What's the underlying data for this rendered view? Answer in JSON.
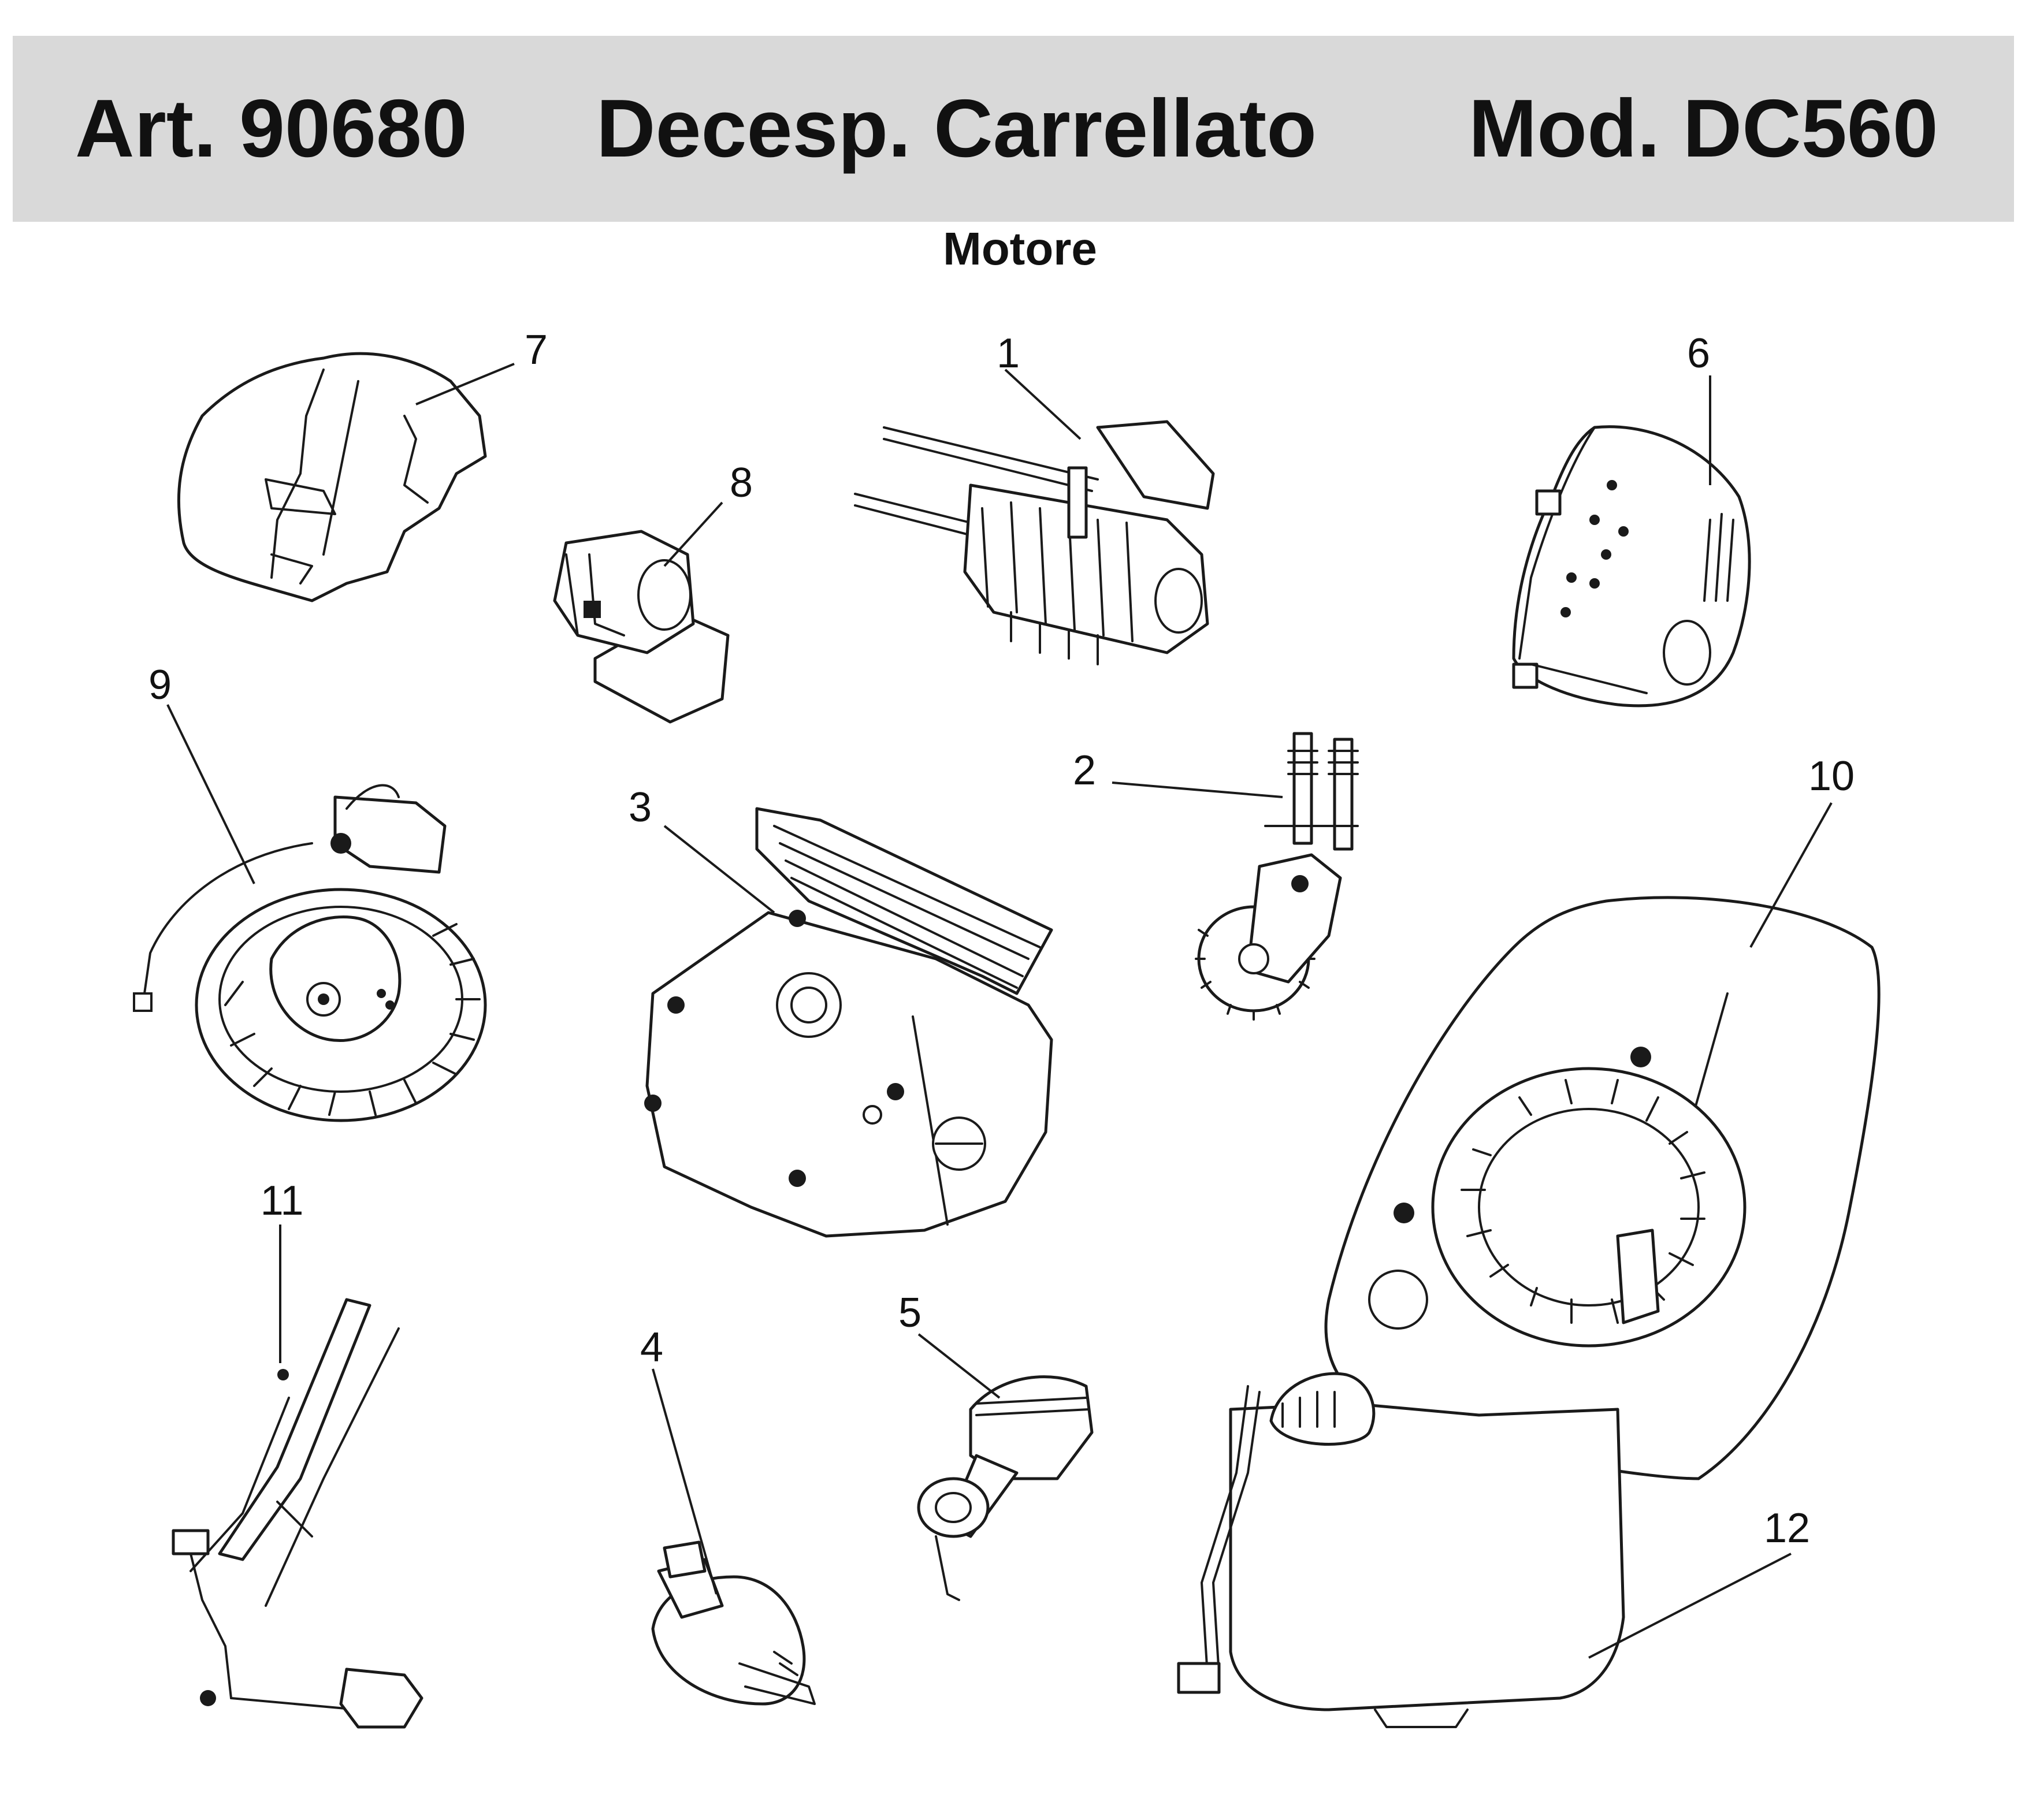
{
  "header": {
    "article": "Art. 90680",
    "description": "Decesp. Carrellato",
    "model": "Mod. DC560",
    "background": "#d9d9d9"
  },
  "section_title": "Motore",
  "parts": [
    {
      "number": "1",
      "icon": "cylinder-block-icon"
    },
    {
      "number": "2",
      "icon": "camshaft-valve-train-icon"
    },
    {
      "number": "3",
      "icon": "crankcase-icon"
    },
    {
      "number": "4",
      "icon": "crankshaft-icon"
    },
    {
      "number": "5",
      "icon": "piston-connecting-rod-icon"
    },
    {
      "number": "6",
      "icon": "muffler-icon"
    },
    {
      "number": "7",
      "icon": "fan-shroud-icon"
    },
    {
      "number": "8",
      "icon": "carburetor-icon"
    },
    {
      "number": "9",
      "icon": "flywheel-ignition-icon"
    },
    {
      "number": "10",
      "icon": "recoil-starter-cover-icon"
    },
    {
      "number": "11",
      "icon": "throttle-governor-linkage-icon"
    },
    {
      "number": "12",
      "icon": "fuel-tank-icon"
    }
  ]
}
